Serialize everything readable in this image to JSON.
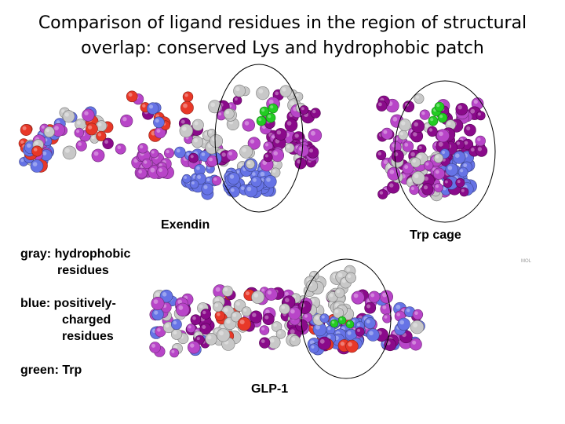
{
  "title": {
    "line1": "Comparison of ligand residues in the region of structural",
    "line2": "overlap:  conserved Lys and hydrophobic patch"
  },
  "molecules": {
    "exendin": "Exendin",
    "trp_cage": "Trp cage",
    "glp1": "GLP-1"
  },
  "legend": {
    "gray": {
      "line1": "gray:  hydrophobic",
      "line2": "residues"
    },
    "blue": {
      "line1": "blue:  positively-",
      "line2": "charged",
      "line3": "residues"
    },
    "green": {
      "line1": "green:  Trp"
    }
  },
  "colors": {
    "gray": "#c8c8c8",
    "blue": "#6673e6",
    "green": "#22cc22",
    "purple": "#8a0a8a",
    "magenta": "#b845c8",
    "red": "#e83828"
  },
  "watermark": "MOL"
}
